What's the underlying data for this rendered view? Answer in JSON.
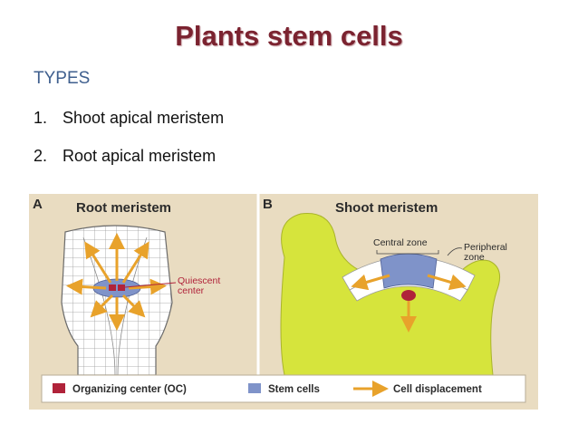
{
  "slide": {
    "title": "Plants stem cells",
    "types_heading": "TYPES",
    "types": [
      {
        "num": "1.",
        "label": "Shoot apical meristem"
      },
      {
        "num": "2.",
        "label": "Root apical meristem"
      }
    ]
  },
  "figure": {
    "panel_a": {
      "letter": "A",
      "title": "Root meristem",
      "callout_line1": "Quiescent",
      "callout_line2": "center"
    },
    "panel_b": {
      "letter": "B",
      "title": "Shoot meristem",
      "zone_central": "Central zone",
      "zone_peripheral_line1": "Peripheral",
      "zone_peripheral_line2": "zone"
    },
    "legend": {
      "organizing_center": "Organizing center (OC)",
      "stem_cells": "Stem cells",
      "cell_displacement": "Cell displacement"
    }
  },
  "colors": {
    "title": "#7b2330",
    "types_heading": "#3f5f8e",
    "figure_background": "#e9dcc1",
    "tissue_green": "#d6e43c",
    "stem_cells_blue": "#7f93c9",
    "organizing_center_red": "#b0233a",
    "arrow_orange": "#e8a22b"
  }
}
